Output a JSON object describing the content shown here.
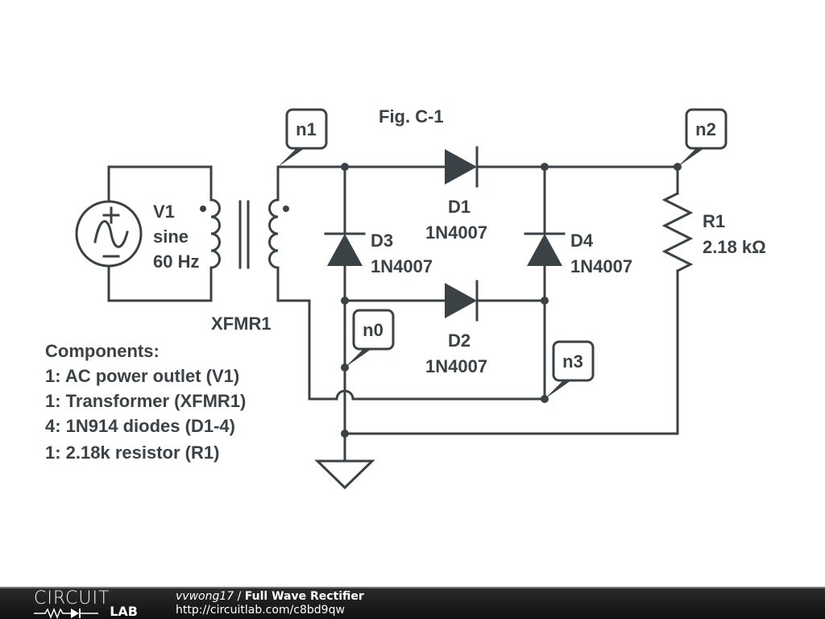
{
  "figure_title": "Fig. C-1",
  "source": {
    "label": "V1",
    "type": "sine",
    "frequency": "60 Hz"
  },
  "transformer": {
    "label": "XFMR1"
  },
  "diodes": [
    {
      "name": "D1",
      "part": "1N4007"
    },
    {
      "name": "D2",
      "part": "1N4007"
    },
    {
      "name": "D3",
      "part": "1N4007"
    },
    {
      "name": "D4",
      "part": "1N4007"
    }
  ],
  "resistor": {
    "name": "R1",
    "value": "2.18 kΩ"
  },
  "nodes": [
    "n0",
    "n1",
    "n2",
    "n3"
  ],
  "components_list": {
    "heading": "Components:",
    "items": [
      "1: AC power outlet (V1)",
      "1: Transformer (XFMR1)",
      "4: 1N914 diodes (D1-4)",
      "1: 2.18k resistor (R1)"
    ]
  },
  "footer": {
    "logo_top": "CIRCUIT",
    "logo_bottom": "LAB",
    "author": "vvwong17",
    "separator": " / ",
    "title": "Full Wave Rectifier",
    "url": "http://circuitlab.com/c8bd9qw"
  },
  "colors": {
    "ink": "#3b4246",
    "background": "#ffffff",
    "footer_bg": "#1a1a1a"
  }
}
